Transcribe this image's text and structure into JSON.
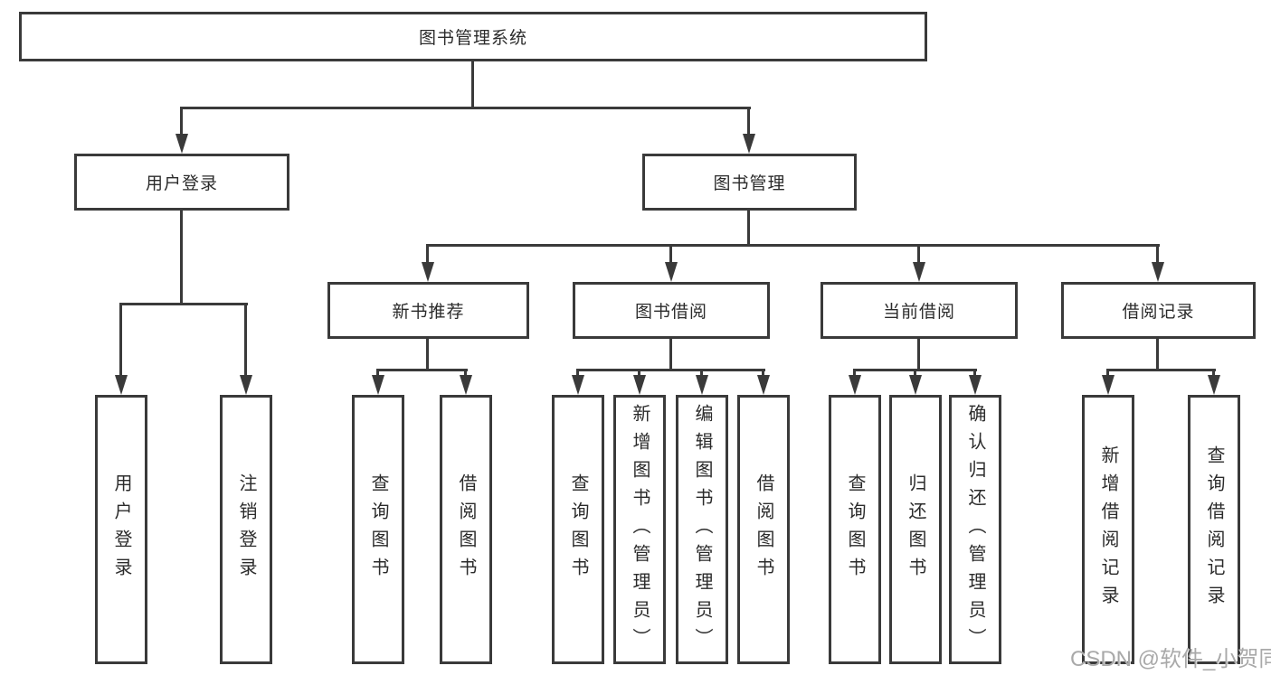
{
  "diagram": {
    "title": "图书管理系统",
    "nodes": {
      "root": {
        "label": "图书管理系统"
      },
      "user_login": {
        "label": "用户登录"
      },
      "book_mgmt": {
        "label": "图书管理"
      },
      "new_book_rec": {
        "label": "新书推荐"
      },
      "book_borrow": {
        "label": "图书借阅"
      },
      "current_borrow": {
        "label": "当前借阅"
      },
      "borrow_records": {
        "label": "借阅记录"
      },
      "leaf_user_login": {
        "label": "用户登录"
      },
      "leaf_logout": {
        "label": "注销登录"
      },
      "leaf_query_book_rec": {
        "label": "查询图书"
      },
      "leaf_borrow_book_rec": {
        "label": "借阅图书"
      },
      "leaf_query_book_borrow": {
        "label": "查询图书"
      },
      "leaf_add_book_admin": {
        "label": "新增图书（管理员）"
      },
      "leaf_edit_book_admin": {
        "label": "编辑图书（管理员）"
      },
      "leaf_borrow_book_borrow": {
        "label": "借阅图书"
      },
      "leaf_query_book_current": {
        "label": "查询图书"
      },
      "leaf_return_book": {
        "label": "归还图书"
      },
      "leaf_confirm_return_admin": {
        "label": "确认归还（管理员）"
      },
      "leaf_add_borrow_record": {
        "label": "新增借阅记录"
      },
      "leaf_query_borrow_record": {
        "label": "查询借阅记录"
      }
    },
    "hierarchy": {
      "图书管理系统": {
        "用户登录": [
          "用户登录",
          "注销登录"
        ],
        "图书管理": {
          "新书推荐": [
            "查询图书",
            "借阅图书"
          ],
          "图书借阅": [
            "查询图书",
            "新增图书（管理员）",
            "编辑图书（管理员）",
            "借阅图书"
          ],
          "当前借阅": [
            "查询图书",
            "归还图书",
            "确认归还（管理员）"
          ],
          "借阅记录": [
            "新增借阅记录",
            "查询借阅记录"
          ]
        }
      }
    }
  },
  "watermark": {
    "text": "CSDN @软件_小贺同学",
    "color": "#a9a9a9"
  },
  "colors": {
    "line": "#3a3a3a",
    "text": "#2b2b2b",
    "background": "#ffffff"
  }
}
